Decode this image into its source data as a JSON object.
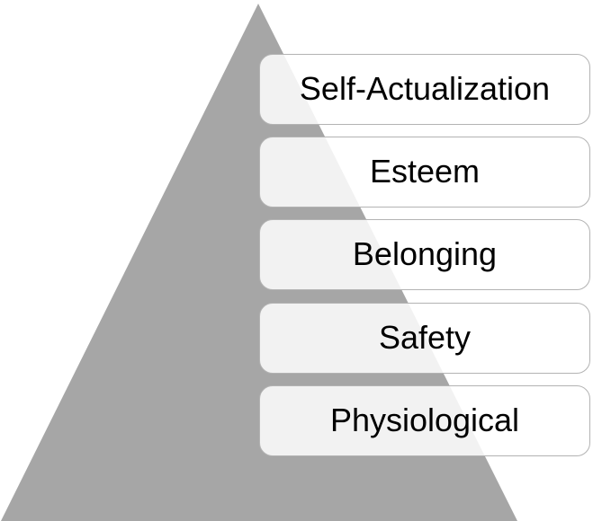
{
  "diagram": {
    "kind": "pyramid-list",
    "levels": [
      {
        "label": "Self-Actualization"
      },
      {
        "label": "Esteem"
      },
      {
        "label": "Belonging"
      },
      {
        "label": "Safety"
      },
      {
        "label": "Physiological"
      }
    ],
    "colors": {
      "pyramid_fill": "#a6a6a6",
      "box_fill": "rgba(255,255,255,0.86)",
      "box_border": "#b3b3b3",
      "text": "#000000",
      "background": "#ffffff"
    }
  }
}
